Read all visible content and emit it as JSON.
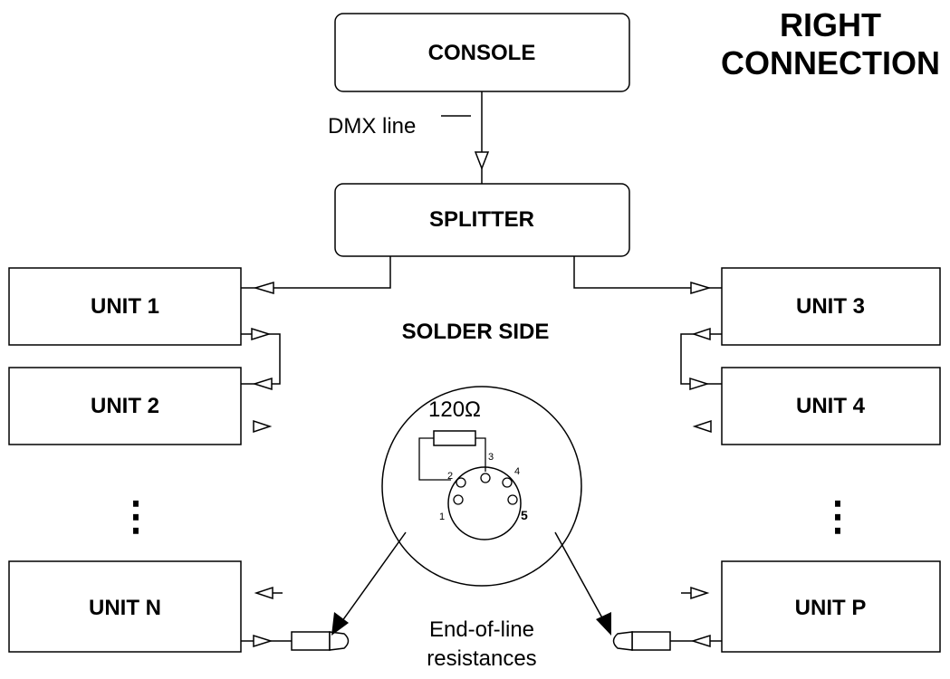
{
  "title": {
    "line1": "RIGHT",
    "line2": "CONNECTION"
  },
  "console": {
    "label": "CONSOLE"
  },
  "dmx_line": {
    "label": "DMX line"
  },
  "splitter": {
    "label": "SPLITTER"
  },
  "units_left": [
    {
      "label": "UNIT 1"
    },
    {
      "label": "UNIT 2"
    },
    {
      "label": "UNIT N"
    }
  ],
  "units_right": [
    {
      "label": "UNIT 3"
    },
    {
      "label": "UNIT 4"
    },
    {
      "label": "UNIT P"
    }
  ],
  "continuation": {
    "symbol": "⋮"
  },
  "connector": {
    "heading": "SOLDER SIDE",
    "resistor_label": "120Ω",
    "pins": [
      "1",
      "2",
      "3",
      "4",
      "5"
    ]
  },
  "caption": {
    "line1": "End-of-line",
    "line2": "resistances"
  },
  "colors": {
    "stroke": "#000000",
    "background": "#ffffff"
  }
}
